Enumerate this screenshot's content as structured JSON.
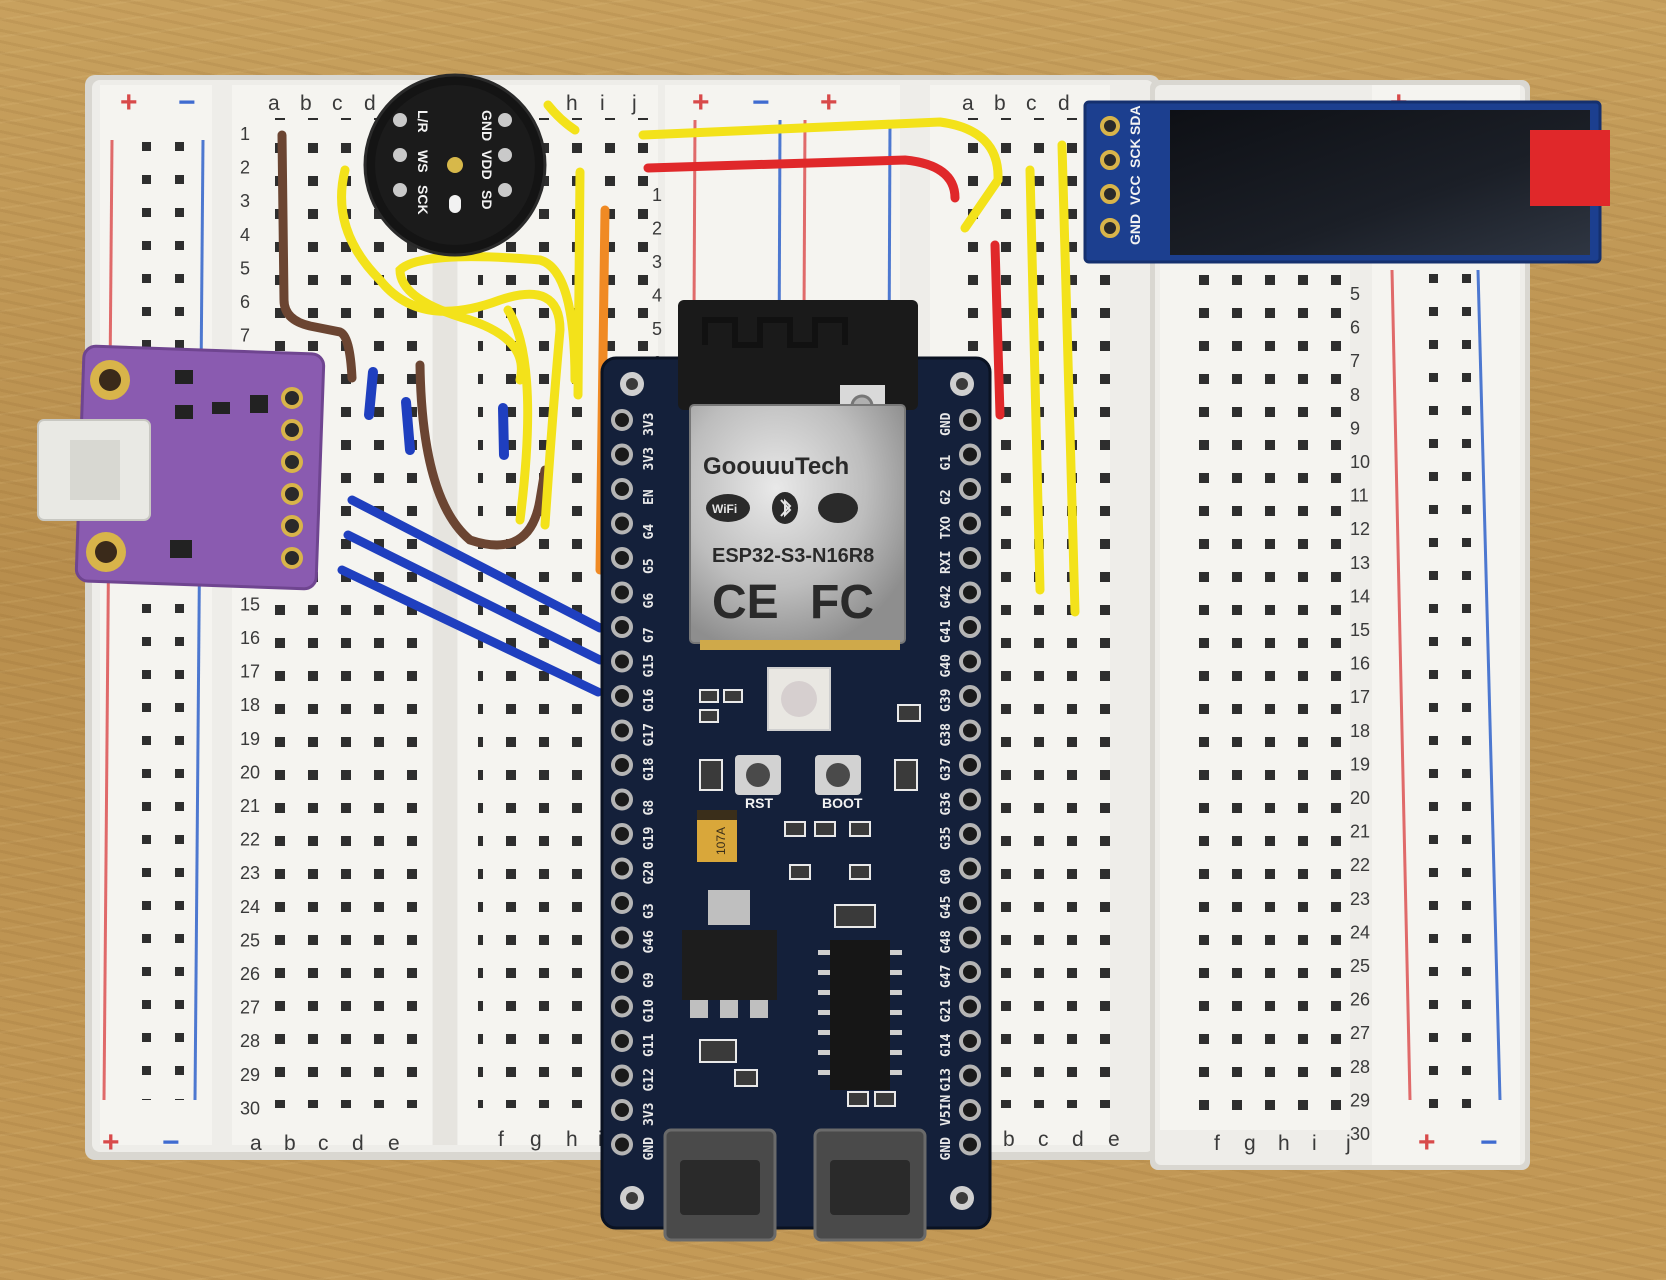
{
  "breadboard": {
    "letters_top_left": [
      "a",
      "b",
      "c",
      "d"
    ],
    "letters_top_mid": [
      "h",
      "i",
      "j"
    ],
    "letters_top_right": [
      "a",
      "b",
      "c",
      "d"
    ],
    "letters_bottom_left": [
      "a",
      "b",
      "c",
      "d",
      "e"
    ],
    "letters_bottom_mid": [
      "f",
      "g",
      "h",
      "i"
    ],
    "letters_bottom_right": [
      "b",
      "c",
      "d",
      "e"
    ],
    "letters_bottom_far": [
      "f",
      "g",
      "h",
      "i",
      "j"
    ],
    "row_numbers": [
      "1",
      "2",
      "3",
      "4",
      "5",
      "6",
      "7",
      "8",
      "9",
      "10",
      "11",
      "12",
      "13",
      "14",
      "15",
      "16",
      "17",
      "18",
      "19",
      "20",
      "21",
      "22",
      "23",
      "24",
      "25",
      "26",
      "27",
      "28",
      "29",
      "30"
    ],
    "rail_plus": "+",
    "rail_minus": "−"
  },
  "microphone": {
    "labels": [
      "L/R",
      "WS",
      "SCK",
      "GND",
      "VDD",
      "SD"
    ]
  },
  "esp32": {
    "brand": "GoouuuTech",
    "model": "ESP32-S3-N16R8",
    "cert_ce": "CE",
    "cert_fcc": "FC",
    "wifi": "WiFi",
    "left_pins": [
      "3V3",
      "3V3",
      "EN",
      "G4",
      "G5",
      "G6",
      "G7",
      "G15",
      "G16",
      "G17",
      "G18",
      "G8",
      "G19",
      "G20",
      "G3",
      "G46",
      "G9",
      "G10",
      "G11",
      "G12",
      "3V3",
      "GND"
    ],
    "right_pins": [
      "GND",
      "G1",
      "G2",
      "TXO",
      "RXI",
      "G42",
      "G41",
      "G40",
      "G39",
      "G38",
      "G37",
      "G36",
      "G35",
      "G0",
      "G45",
      "G48",
      "G47",
      "G21",
      "G14",
      "G13",
      "V5IN",
      "GND"
    ],
    "rst_label": "RST",
    "boot_label": "BOOT",
    "cap_label": "107A"
  },
  "oled": {
    "pins": [
      "GND",
      "VCC",
      "SCK",
      "SDA"
    ]
  },
  "colors": {
    "breadboard": "#f1f0ec",
    "pcb": "#14203a",
    "wire_yellow": "#f3e21a",
    "wire_red": "#e0282a",
    "wire_blue": "#1f3fbf",
    "wire_brown": "#6b4532",
    "wire_orange": "#f08a24",
    "sensor_purple": "#8a5bb0"
  }
}
